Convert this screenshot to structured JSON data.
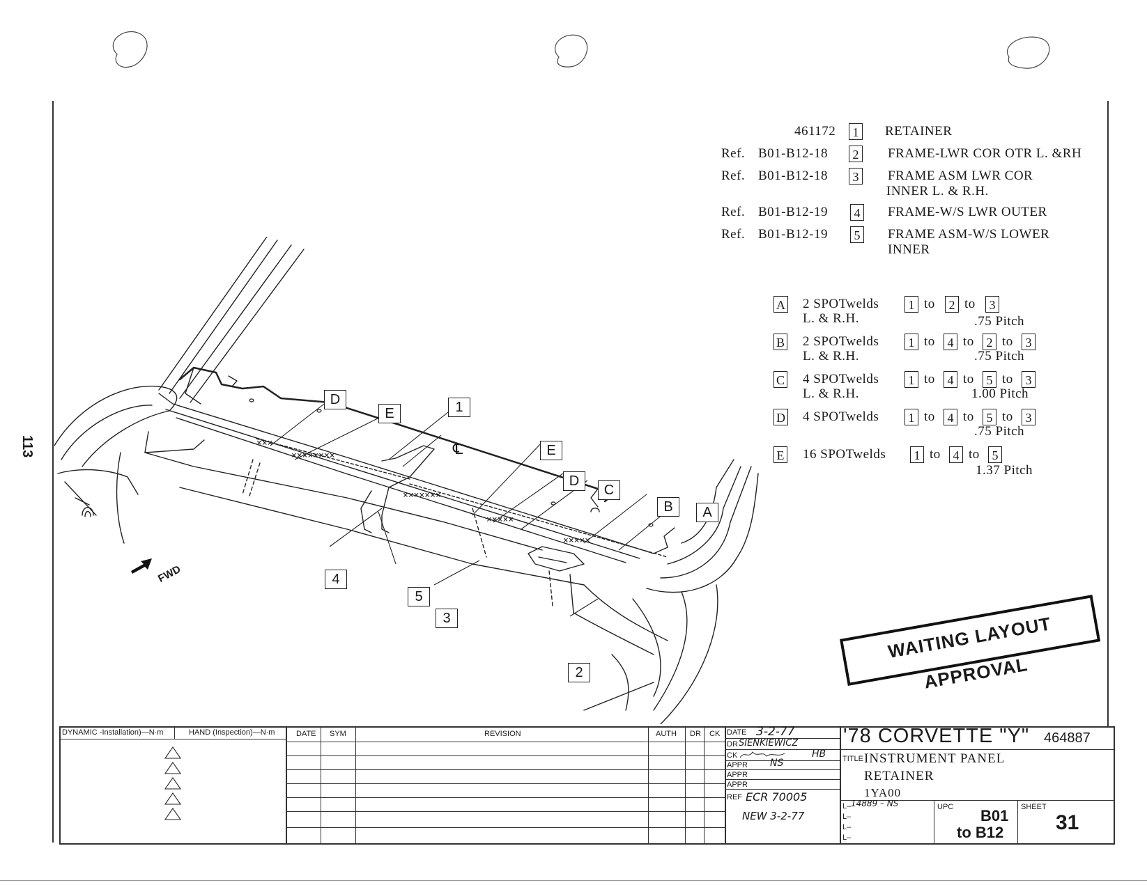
{
  "page": {
    "side_number": "113"
  },
  "parts": [
    {
      "number": "461172",
      "ref": "",
      "id": "1",
      "desc_line1": "RETAINER",
      "desc_line2": ""
    },
    {
      "number": "B01-B12-18",
      "ref": "Ref.",
      "id": "2",
      "desc_line1": "FRAME-LWR COR OTR L. &RH",
      "desc_line2": ""
    },
    {
      "number": "B01-B12-18",
      "ref": "Ref.",
      "id": "3",
      "desc_line1": "FRAME ASM LWR COR",
      "desc_line2": "INNER L. & R.H."
    },
    {
      "number": "B01-B12-19",
      "ref": "Ref.",
      "id": "4",
      "desc_line1": "FRAME-W/S LWR OUTER",
      "desc_line2": ""
    },
    {
      "number": "B01-B12-19",
      "ref": "Ref.",
      "id": "5",
      "desc_line1": "FRAME ASM-W/S LOWER",
      "desc_line2": "INNER"
    }
  ],
  "welds": [
    {
      "letter": "A",
      "count": "2 SPOTwelds",
      "chain": [
        "1",
        "2",
        "3"
      ],
      "sides": "L. & R.H.",
      "pitch": ".75 Pitch"
    },
    {
      "letter": "B",
      "count": "2 SPOTwelds",
      "chain": [
        "1",
        "4",
        "2",
        "3"
      ],
      "sides": "L. & R.H.",
      "pitch": ".75 Pitch"
    },
    {
      "letter": "C",
      "count": "4 SPOTwelds",
      "chain": [
        "1",
        "4",
        "5",
        "3"
      ],
      "sides": "L. & R.H.",
      "pitch": "1.00 Pitch"
    },
    {
      "letter": "D",
      "count": "4 SPOTwelds",
      "chain": [
        "1",
        "4",
        "5",
        "3"
      ],
      "sides": "",
      "pitch": ".75 Pitch"
    },
    {
      "letter": "E",
      "count": "16 SPOTwelds",
      "chain": [
        "1",
        "4",
        "5"
      ],
      "sides": "",
      "pitch": "1.37 Pitch"
    }
  ],
  "connector_word": "to",
  "diagram": {
    "fwd_label": "FWD",
    "centerline_symbol": "℄",
    "callouts": {
      "D1": "D",
      "E1": "E",
      "I1": "1",
      "E2": "E",
      "D2": "D",
      "C1": "C",
      "B1": "B",
      "A1": "A",
      "n4": "4",
      "n5": "5",
      "n3": "3",
      "n2": "2"
    }
  },
  "stamp": "WAITING LAYOUT APPROVAL",
  "title_block": {
    "col_dynamic": "DYNAMIC -Installation)—N·m",
    "col_hand": "HAND (Inspection)—N·m",
    "col_date": "DATE",
    "col_sym": "SYM",
    "col_revision": "REVISION",
    "col_auth": "AUTH",
    "col_dr": "DR",
    "col_ck": "CK",
    "date_label": "DATE",
    "date_value": "3-2-77",
    "dr_label": "DR",
    "dr_value": "SIENKIEWICZ",
    "ck_label": "CK",
    "ck_value": "HB",
    "appr1_label": "APPR",
    "appr1_value": "NS",
    "appr2_label": "APPR",
    "appr3_label": "APPR",
    "ref_label": "REF",
    "ref_value": "ECR 70005",
    "new_value": "NEW 3-2-77",
    "model": "'78 CORVETTE \"Y\"",
    "model_number": "464887",
    "title_label": "TITLE",
    "title_line1": "INSTRUMENT PANEL",
    "title_line2": "RETAINER",
    "title_line3": "1YA00",
    "l_value": "14889 – NS",
    "upc_label": "UPC",
    "upc_line1": "B01",
    "upc_line2": "to B12",
    "sheet_label": "SHEET",
    "sheet_value": "31"
  }
}
